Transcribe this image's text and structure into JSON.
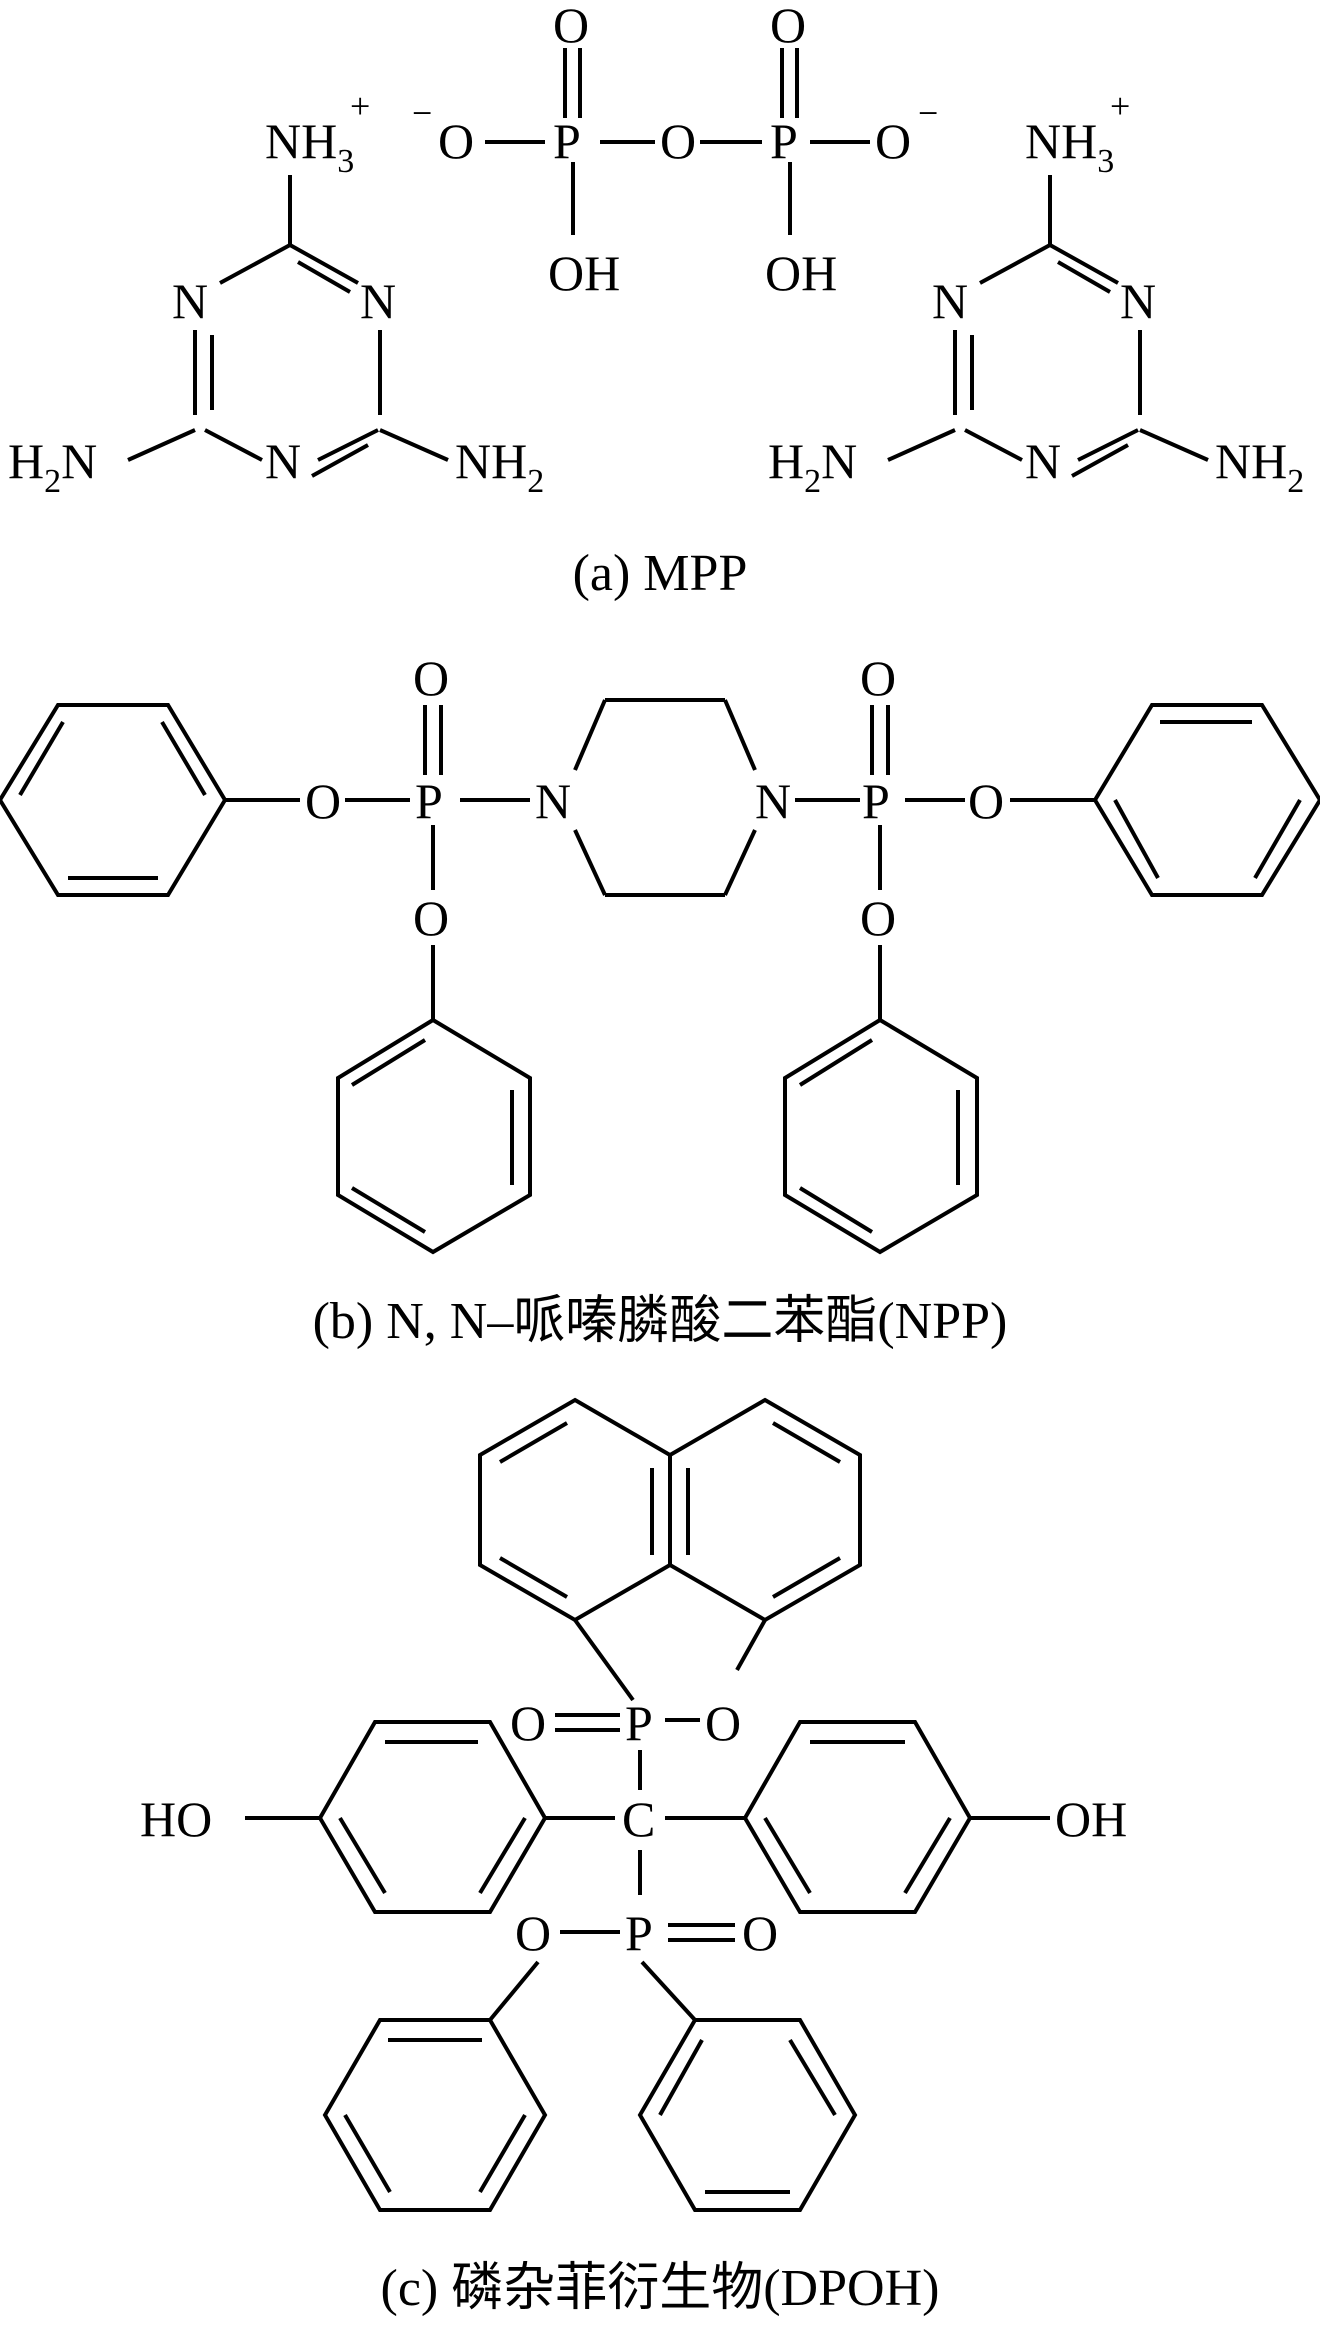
{
  "figure": {
    "panels": [
      {
        "id": "a",
        "caption": "(a) MPP"
      },
      {
        "id": "b",
        "caption": "(b) N, N–哌嗪膦酸二苯酯(NPP)"
      },
      {
        "id": "c",
        "caption": "(c) 磷杂菲衍生物(DPOH)"
      }
    ]
  },
  "labels": {
    "O": "O",
    "P": "P",
    "N": "N",
    "C": "C",
    "H": "H",
    "NH": "NH",
    "OH": "OH",
    "HO": "HO",
    "sub2": "2",
    "sub3": "3",
    "minus": "−",
    "plus": "+"
  }
}
